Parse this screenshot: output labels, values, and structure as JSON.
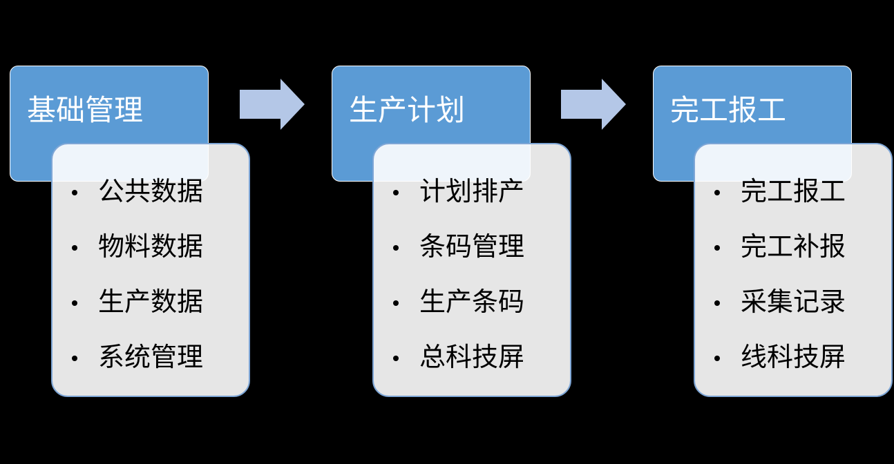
{
  "colors": {
    "background": "#000000",
    "header_fill": "#5b9bd5",
    "list_border": "#7ea6d6",
    "arrow_fill": "#b4c7e7"
  },
  "stages": [
    {
      "title": "基础管理",
      "items": [
        "公共数据",
        "物料数据",
        "生产数据",
        "系统管理"
      ]
    },
    {
      "title": "生产计划",
      "items": [
        "计划排产",
        "条码管理",
        "生产条码",
        "总科技屏"
      ]
    },
    {
      "title": "完工报工",
      "items": [
        "完工报工",
        "完工补报",
        "采集记录",
        "线科技屏"
      ]
    }
  ],
  "connectors": [
    {
      "icon": "right-arrow-icon"
    },
    {
      "icon": "right-arrow-icon"
    }
  ]
}
